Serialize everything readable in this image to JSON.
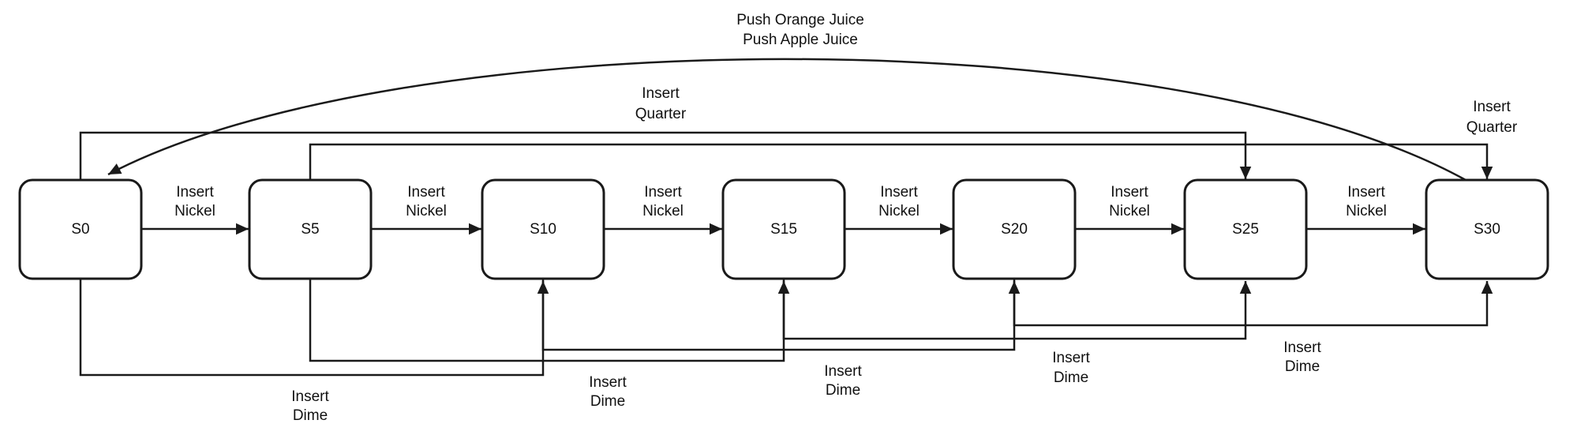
{
  "diagram": {
    "type": "state-machine",
    "description": "Vending machine coin state diagram",
    "states": [
      {
        "label": "S0"
      },
      {
        "label": "S5"
      },
      {
        "label": "S10"
      },
      {
        "label": "S15"
      },
      {
        "label": "S20"
      },
      {
        "label": "S25"
      },
      {
        "label": "S30"
      }
    ],
    "transitions": [
      {
        "from": "S0",
        "to": "S5",
        "trigger": "Insert Nickel",
        "label_lines": [
          "Insert",
          "Nickel"
        ]
      },
      {
        "from": "S5",
        "to": "S10",
        "trigger": "Insert Nickel",
        "label_lines": [
          "Insert",
          "Nickel"
        ]
      },
      {
        "from": "S10",
        "to": "S15",
        "trigger": "Insert Nickel",
        "label_lines": [
          "Insert",
          "Nickel"
        ]
      },
      {
        "from": "S15",
        "to": "S20",
        "trigger": "Insert Nickel",
        "label_lines": [
          "Insert",
          "Nickel"
        ]
      },
      {
        "from": "S20",
        "to": "S25",
        "trigger": "Insert Nickel",
        "label_lines": [
          "Insert",
          "Nickel"
        ]
      },
      {
        "from": "S25",
        "to": "S30",
        "trigger": "Insert Nickel",
        "label_lines": [
          "Insert",
          "Nickel"
        ]
      },
      {
        "from": "S0",
        "to": "S10",
        "trigger": "Insert Dime",
        "label_lines": [
          "Insert",
          "Dime"
        ]
      },
      {
        "from": "S5",
        "to": "S15",
        "trigger": "Insert Dime",
        "label_lines": [
          "Insert",
          "Dime"
        ]
      },
      {
        "from": "S10",
        "to": "S20",
        "trigger": "Insert Dime",
        "label_lines": [
          "Insert",
          "Dime"
        ]
      },
      {
        "from": "S15",
        "to": "S25",
        "trigger": "Insert Dime",
        "label_lines": [
          "Insert",
          "Dime"
        ]
      },
      {
        "from": "S20",
        "to": "S30",
        "trigger": "Insert Dime",
        "label_lines": [
          "Insert",
          "Dime"
        ]
      },
      {
        "from": "S0",
        "to": "S25",
        "trigger": "Insert Quarter",
        "label_lines": [
          "Insert",
          "Quarter"
        ]
      },
      {
        "from": "S5",
        "to": "S30",
        "trigger": "Insert Quarter",
        "label_lines": [
          "Insert",
          "Quarter"
        ]
      },
      {
        "from": "S30",
        "to": "S0",
        "trigger": "Push Orange Juice / Push Apple Juice",
        "label_lines": [
          "Push Orange Juice",
          "Push Apple Juice"
        ]
      }
    ],
    "colors": {
      "stroke": "#1a1a1a",
      "node_fill": "#ffffff",
      "text": "#111111",
      "background": "#ffffff"
    }
  }
}
